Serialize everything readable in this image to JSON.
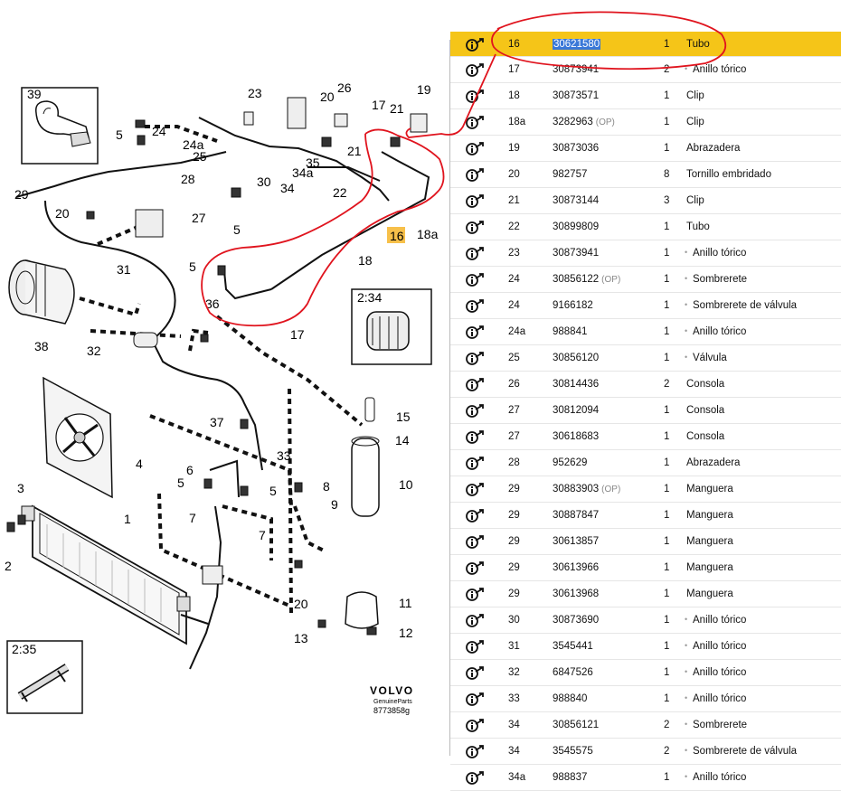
{
  "diagram": {
    "callouts": [
      "39",
      "23",
      "26",
      "20",
      "19",
      "17",
      "21",
      "5",
      "24",
      "24a",
      "25",
      "35",
      "34a",
      "21",
      "28",
      "30",
      "34",
      "22",
      "29",
      "20",
      "27",
      "5",
      "16",
      "18a",
      "5",
      "18",
      "31",
      "36",
      "2:34",
      "17",
      "38",
      "32",
      "37",
      "15",
      "14",
      "33",
      "4",
      "6",
      "5",
      "5",
      "10",
      "8",
      "3",
      "1",
      "7",
      "9",
      "7",
      "2",
      "20",
      "11",
      "13",
      "12",
      "2:35"
    ],
    "highlight_label": "16",
    "brand": "VOLVO",
    "brand_sub": "GenuineParts",
    "figure_code": "8773858g"
  },
  "parts": {
    "rows": [
      {
        "ref": "16",
        "num": "30621580",
        "op": "",
        "qty": "1",
        "desc": "Tubo",
        "sub": false,
        "selected": true
      },
      {
        "ref": "17",
        "num": "30873941",
        "op": "",
        "qty": "2",
        "desc": "Anillo tórico",
        "sub": true
      },
      {
        "ref": "18",
        "num": "30873571",
        "op": "",
        "qty": "1",
        "desc": "Clip",
        "sub": false
      },
      {
        "ref": "18a",
        "num": "3282963",
        "op": "(OP)",
        "qty": "1",
        "desc": "Clip",
        "sub": false
      },
      {
        "ref": "19",
        "num": "30873036",
        "op": "",
        "qty": "1",
        "desc": "Abrazadera",
        "sub": false
      },
      {
        "ref": "20",
        "num": "982757",
        "op": "",
        "qty": "8",
        "desc": "Tornillo embridado",
        "sub": false
      },
      {
        "ref": "21",
        "num": "30873144",
        "op": "",
        "qty": "3",
        "desc": "Clip",
        "sub": false
      },
      {
        "ref": "22",
        "num": "30899809",
        "op": "",
        "qty": "1",
        "desc": "Tubo",
        "sub": false
      },
      {
        "ref": "23",
        "num": "30873941",
        "op": "",
        "qty": "1",
        "desc": "Anillo tórico",
        "sub": true
      },
      {
        "ref": "24",
        "num": "30856122",
        "op": "(OP)",
        "qty": "1",
        "desc": "Sombrerete",
        "sub": true
      },
      {
        "ref": "24",
        "num": "9166182",
        "op": "",
        "qty": "1",
        "desc": "Sombrerete de válvula",
        "sub": true
      },
      {
        "ref": "24a",
        "num": "988841",
        "op": "",
        "qty": "1",
        "desc": "Anillo tórico",
        "sub": true
      },
      {
        "ref": "25",
        "num": "30856120",
        "op": "",
        "qty": "1",
        "desc": "Válvula",
        "sub": true
      },
      {
        "ref": "26",
        "num": "30814436",
        "op": "",
        "qty": "2",
        "desc": "Consola",
        "sub": false
      },
      {
        "ref": "27",
        "num": "30812094",
        "op": "",
        "qty": "1",
        "desc": "Consola",
        "sub": false
      },
      {
        "ref": "27",
        "num": "30618683",
        "op": "",
        "qty": "1",
        "desc": "Consola",
        "sub": false
      },
      {
        "ref": "28",
        "num": "952629",
        "op": "",
        "qty": "1",
        "desc": "Abrazadera",
        "sub": false
      },
      {
        "ref": "29",
        "num": "30883903",
        "op": "(OP)",
        "qty": "1",
        "desc": "Manguera",
        "sub": false
      },
      {
        "ref": "29",
        "num": "30887847",
        "op": "",
        "qty": "1",
        "desc": "Manguera",
        "sub": false
      },
      {
        "ref": "29",
        "num": "30613857",
        "op": "",
        "qty": "1",
        "desc": "Manguera",
        "sub": false
      },
      {
        "ref": "29",
        "num": "30613966",
        "op": "",
        "qty": "1",
        "desc": "Manguera",
        "sub": false
      },
      {
        "ref": "29",
        "num": "30613968",
        "op": "",
        "qty": "1",
        "desc": "Manguera",
        "sub": false
      },
      {
        "ref": "30",
        "num": "30873690",
        "op": "",
        "qty": "1",
        "desc": "Anillo tórico",
        "sub": true
      },
      {
        "ref": "31",
        "num": "3545441",
        "op": "",
        "qty": "1",
        "desc": "Anillo tórico",
        "sub": true
      },
      {
        "ref": "32",
        "num": "6847526",
        "op": "",
        "qty": "1",
        "desc": "Anillo tórico",
        "sub": true
      },
      {
        "ref": "33",
        "num": "988840",
        "op": "",
        "qty": "1",
        "desc": "Anillo tórico",
        "sub": true
      },
      {
        "ref": "34",
        "num": "30856121",
        "op": "",
        "qty": "2",
        "desc": "Sombrerete",
        "sub": true
      },
      {
        "ref": "34",
        "num": "3545575",
        "op": "",
        "qty": "2",
        "desc": "Sombrerete de válvula",
        "sub": true
      },
      {
        "ref": "34a",
        "num": "988837",
        "op": "",
        "qty": "1",
        "desc": "Anillo tórico",
        "sub": true
      }
    ]
  },
  "colors": {
    "selected_row": "#f5c518",
    "selection_text_bg": "#3a78d8",
    "annotation": "#e0141e",
    "label_highlight": "#f7c04a"
  },
  "icons": {
    "row_info": "info-link-icon"
  }
}
